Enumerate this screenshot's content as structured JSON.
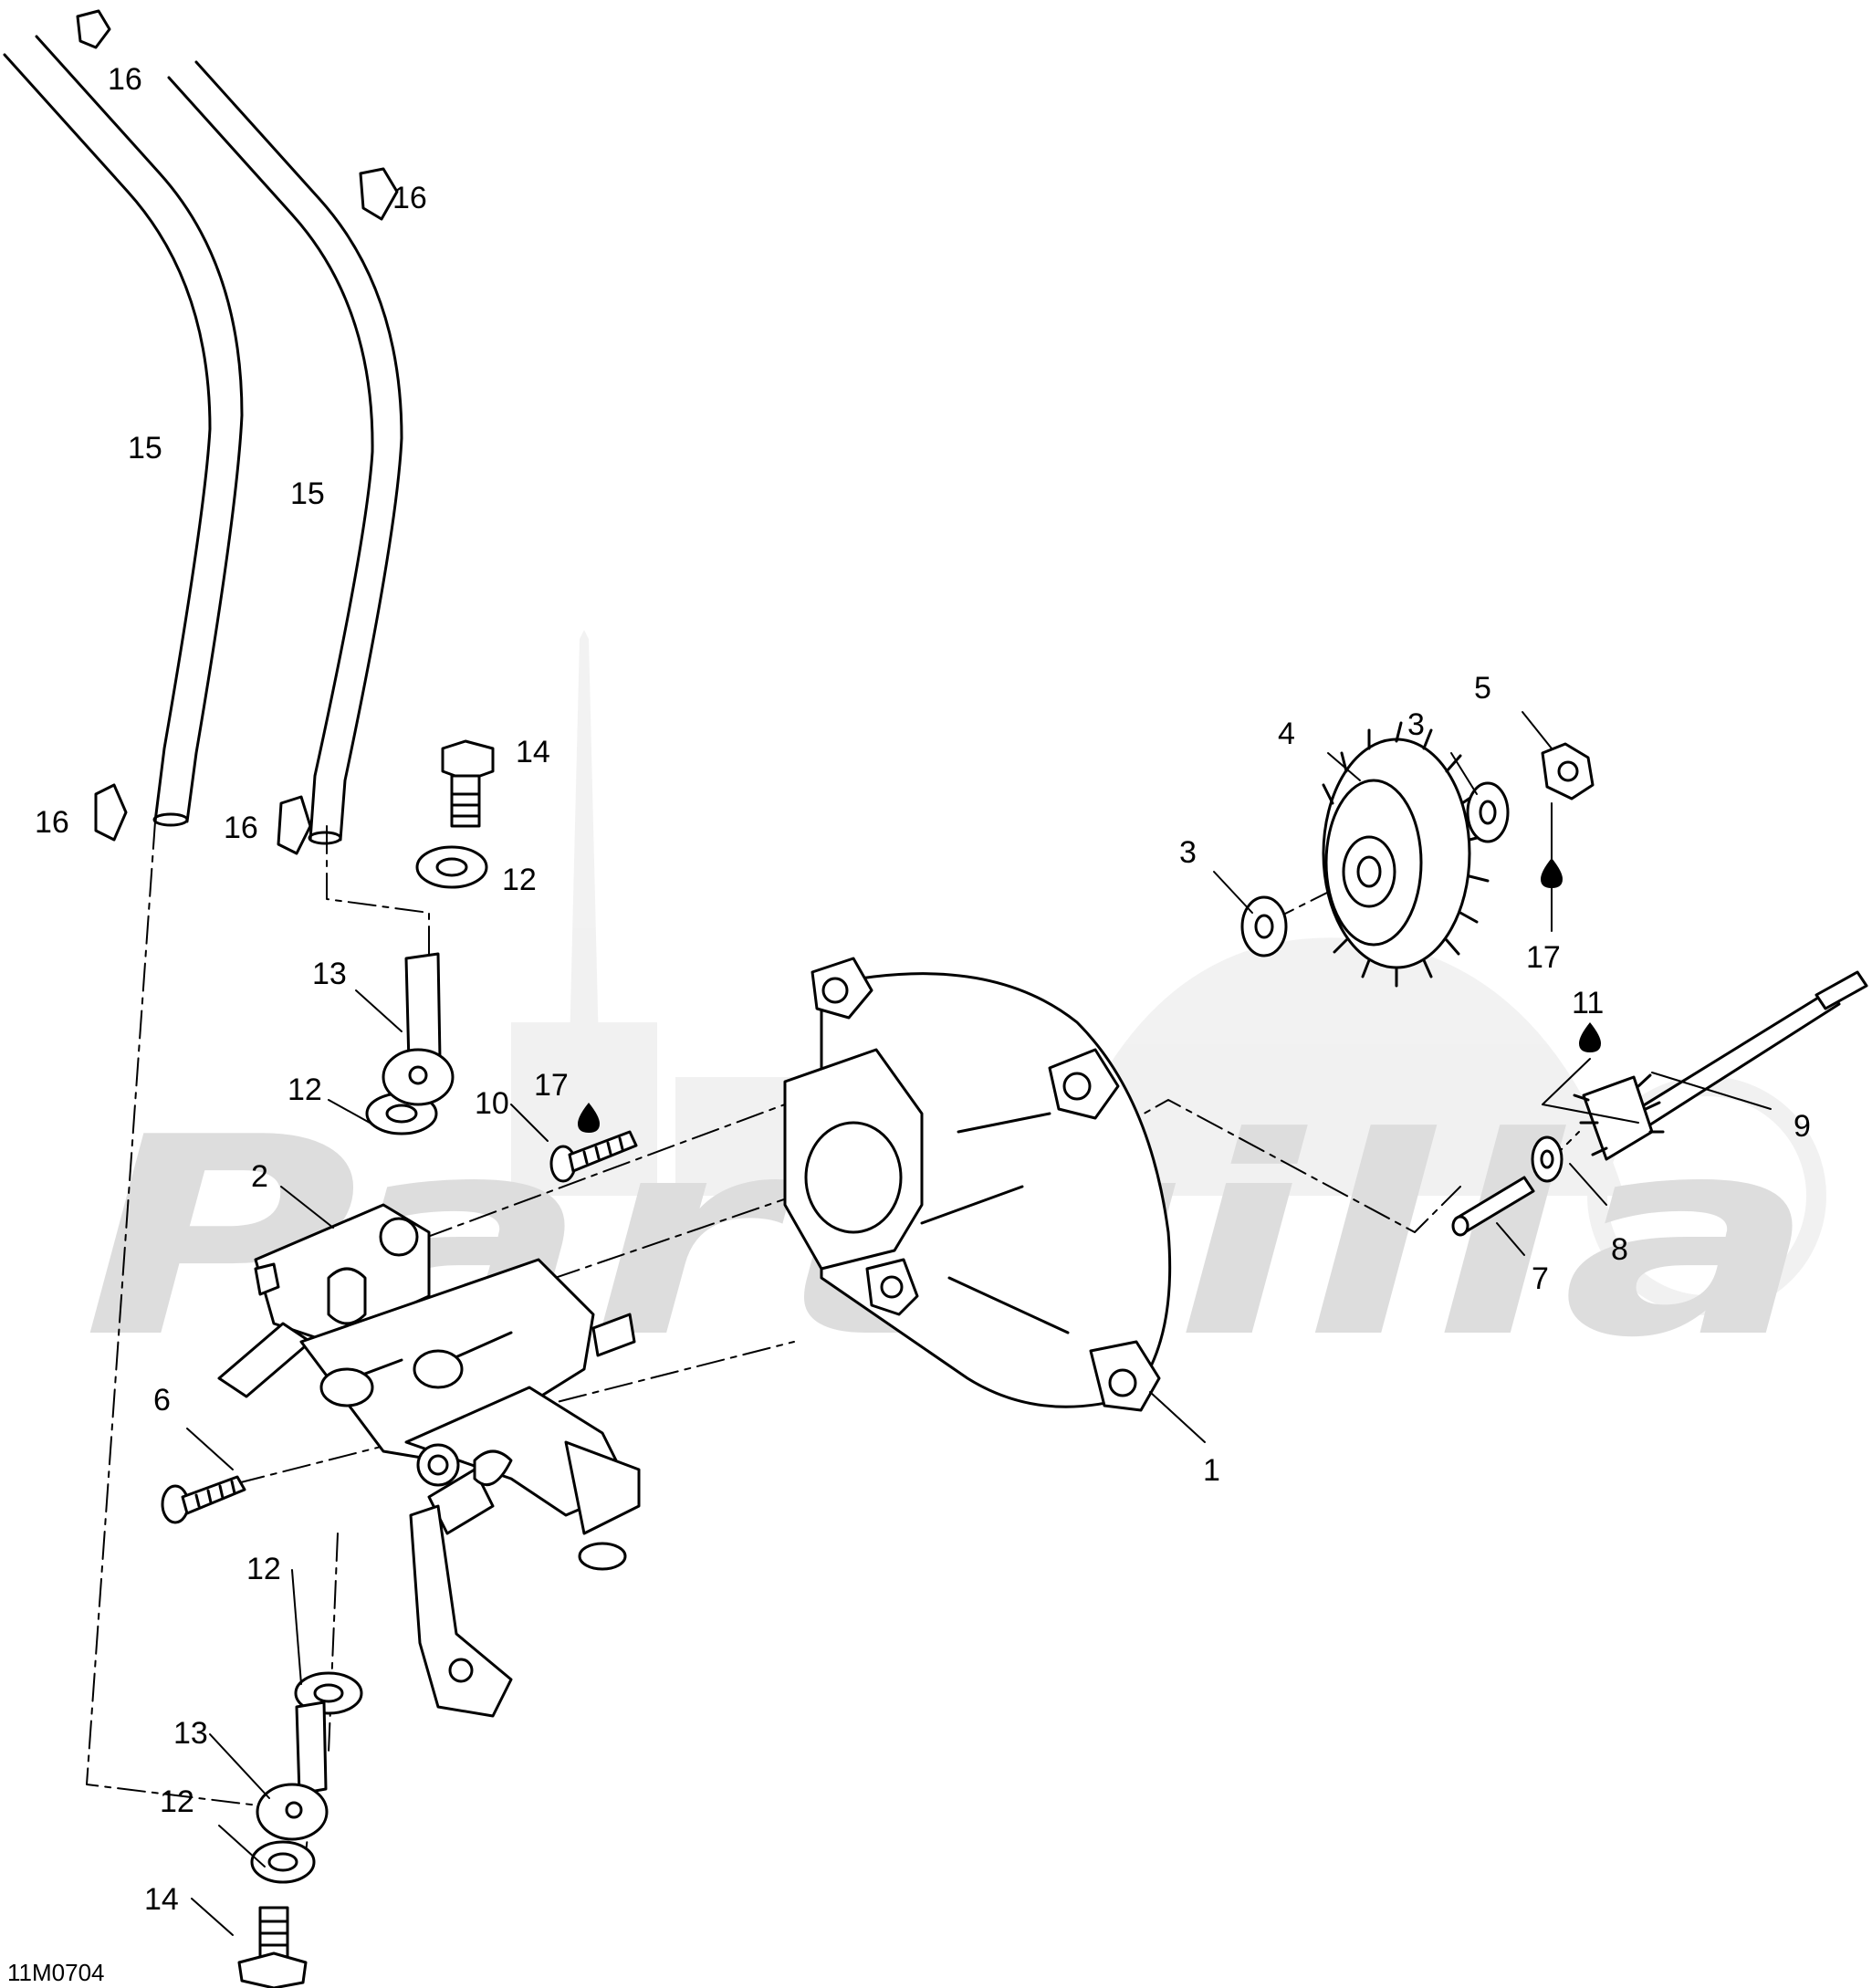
{
  "figure_id": "11M0704",
  "watermark": "Partzilla",
  "callouts": [
    {
      "id": "c1",
      "label": "1"
    },
    {
      "id": "c2",
      "label": "2"
    },
    {
      "id": "c3a",
      "label": "3"
    },
    {
      "id": "c3b",
      "label": "3"
    },
    {
      "id": "c4",
      "label": "4"
    },
    {
      "id": "c5",
      "label": "5"
    },
    {
      "id": "c6",
      "label": "6"
    },
    {
      "id": "c7",
      "label": "7"
    },
    {
      "id": "c8",
      "label": "8"
    },
    {
      "id": "c9",
      "label": "9"
    },
    {
      "id": "c10",
      "label": "10"
    },
    {
      "id": "c11",
      "label": "11"
    },
    {
      "id": "c12a",
      "label": "12"
    },
    {
      "id": "c12b",
      "label": "12"
    },
    {
      "id": "c12c",
      "label": "12"
    },
    {
      "id": "c12d",
      "label": "12"
    },
    {
      "id": "c13a",
      "label": "13"
    },
    {
      "id": "c13b",
      "label": "13"
    },
    {
      "id": "c14a",
      "label": "14"
    },
    {
      "id": "c14b",
      "label": "14"
    },
    {
      "id": "c15a",
      "label": "15"
    },
    {
      "id": "c15b",
      "label": "15"
    },
    {
      "id": "c16a",
      "label": "16"
    },
    {
      "id": "c16b",
      "label": "16"
    },
    {
      "id": "c16c",
      "label": "16"
    },
    {
      "id": "c16d",
      "label": "16"
    },
    {
      "id": "c17a",
      "label": "17"
    },
    {
      "id": "c17b",
      "label": "17"
    }
  ]
}
